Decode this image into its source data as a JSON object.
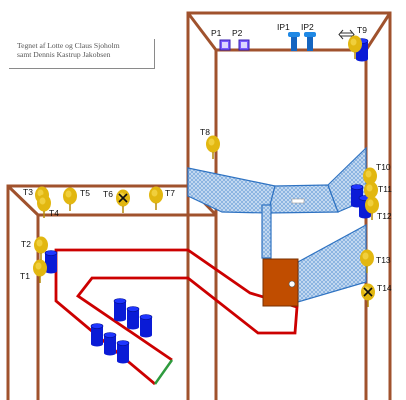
{
  "credit": {
    "line1": "Tegnet af Lotte og Claus Sjoholm",
    "line2": "samt Dennis Kastrup Jakobsen"
  },
  "labels": {
    "P1": "P1",
    "P2": "P2",
    "IP1": "IP1",
    "IP2": "IP2",
    "T1": "T1",
    "T2": "T2",
    "T3": "T3",
    "T4": "T4",
    "T5": "T5",
    "T6": "T6",
    "T7": "T7",
    "T8": "T8",
    "T9": "T9",
    "T10": "T10",
    "T11": "T11",
    "T12": "T12",
    "T13": "T13",
    "T14": "T14"
  },
  "colors": {
    "wall": "#a0522d",
    "duct_fill": "#c9dcf2",
    "duct_stroke": "#2f73c2",
    "track": "#cc0000",
    "track_end": "#2e9b3e",
    "door": "#c04d00",
    "tank": "#0a1bd6",
    "sensor": "#e2b710"
  },
  "icons": {
    "sensor": "yellow-sensor-icon",
    "tank": "blue-drum-icon",
    "pump": "blue-pump-icon",
    "panel": "purple-panel-icon",
    "arrow": "double-arrow-icon"
  }
}
